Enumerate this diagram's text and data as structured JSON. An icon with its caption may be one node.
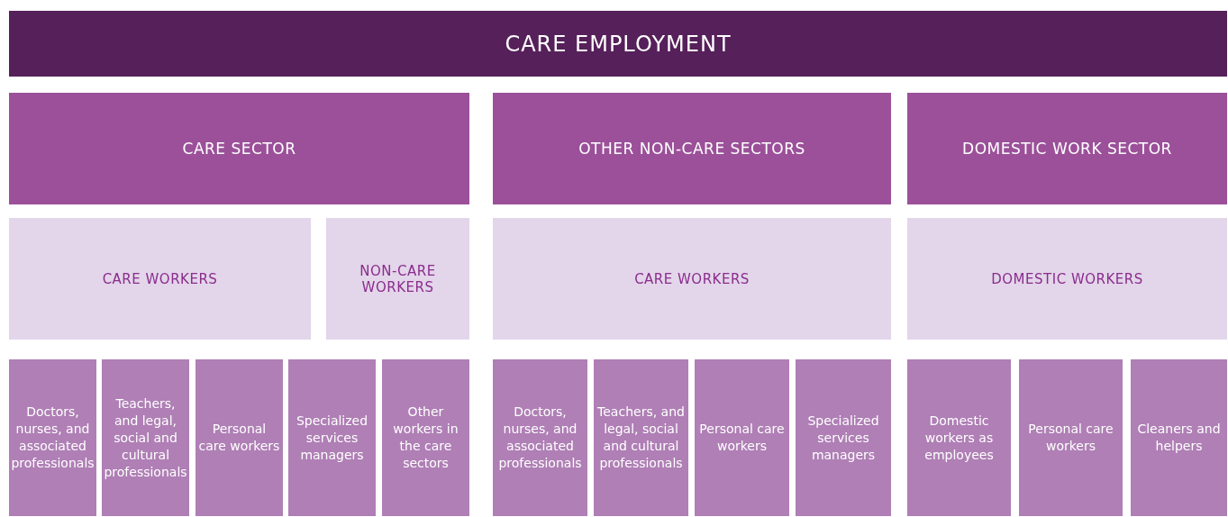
{
  "diagram": {
    "nodes": [
      {
        "text": [
          "CARE EMPLOYMENT"
        ]
      },
      {
        "text": [
          "CARE SECTOR"
        ]
      },
      {
        "text": [
          "OTHER NON-CARE SECTORS"
        ]
      },
      {
        "text": [
          "DOMESTIC WORK SECTOR"
        ]
      },
      {
        "text": [
          "CARE WORKERS"
        ]
      },
      {
        "text": [
          "NON-CARE WORKERS"
        ]
      },
      {
        "text": [
          "CARE WORKERS"
        ]
      },
      {
        "text": [
          "DOMESTIC WORKERS"
        ]
      },
      {
        "text": [
          "Doctors, nurses, and associated professionals"
        ]
      },
      {
        "text": [
          "Teachers, and legal, social and cultural professionals"
        ]
      },
      {
        "text": [
          "Personal care workers"
        ]
      },
      {
        "text": [
          "Specialized services managers"
        ]
      },
      {
        "text": [
          "Other workers in the care sectors"
        ]
      },
      {
        "text": [
          "Doctors, nurses, and associated professionals"
        ]
      },
      {
        "text": [
          "Teachers, and legal, social and cultural professionals"
        ]
      },
      {
        "text": [
          "Personal care workers"
        ]
      },
      {
        "text": [
          "Specialized services managers"
        ]
      },
      {
        "text": [
          "Domestic workers as employees"
        ]
      },
      {
        "text": [
          "Personal care workers"
        ]
      },
      {
        "text": [
          "Cleaners and helpers"
        ]
      }
    ]
  }
}
